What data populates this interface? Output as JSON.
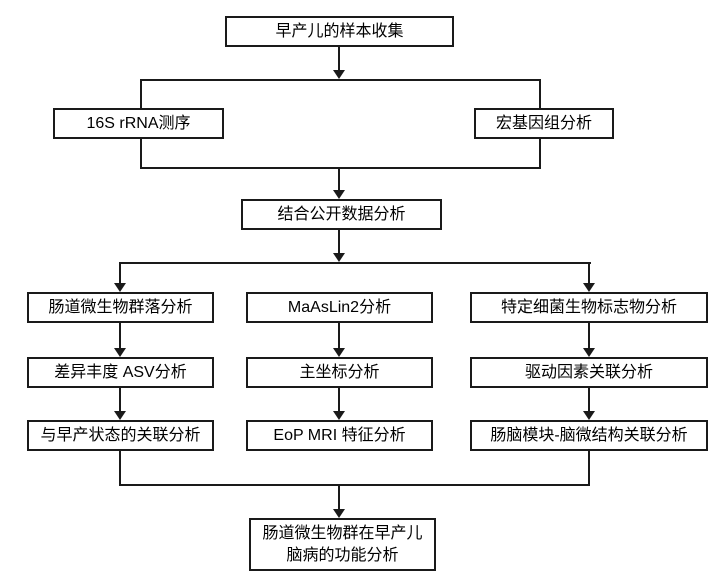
{
  "flowchart": {
    "nodes": {
      "sample_collection": "早产儿的样本收集",
      "rrna_sequencing": "16S rRNA测序",
      "metagenomic_analysis": "宏基因组分析",
      "public_data_analysis": "结合公开数据分析",
      "left_branch": [
        "肠道微生物群落分析",
        "差异丰度 ASV分析",
        "与早产状态的关联分析"
      ],
      "middle_branch": [
        "MaAsLin2分析",
        "主坐标分析",
        "EoP MRI 特征分析"
      ],
      "right_branch": [
        "特定细菌生物标志物分析",
        "驱动因素关联分析",
        "肠脑模块-脑微结构关联分析"
      ],
      "final_analysis_line1": "肠道微生物群在早产儿",
      "final_analysis_line2": "脑病的功能分析"
    },
    "colors": {
      "line": "#1a1a1a",
      "text": "#000000",
      "background": "#ffffff"
    }
  }
}
